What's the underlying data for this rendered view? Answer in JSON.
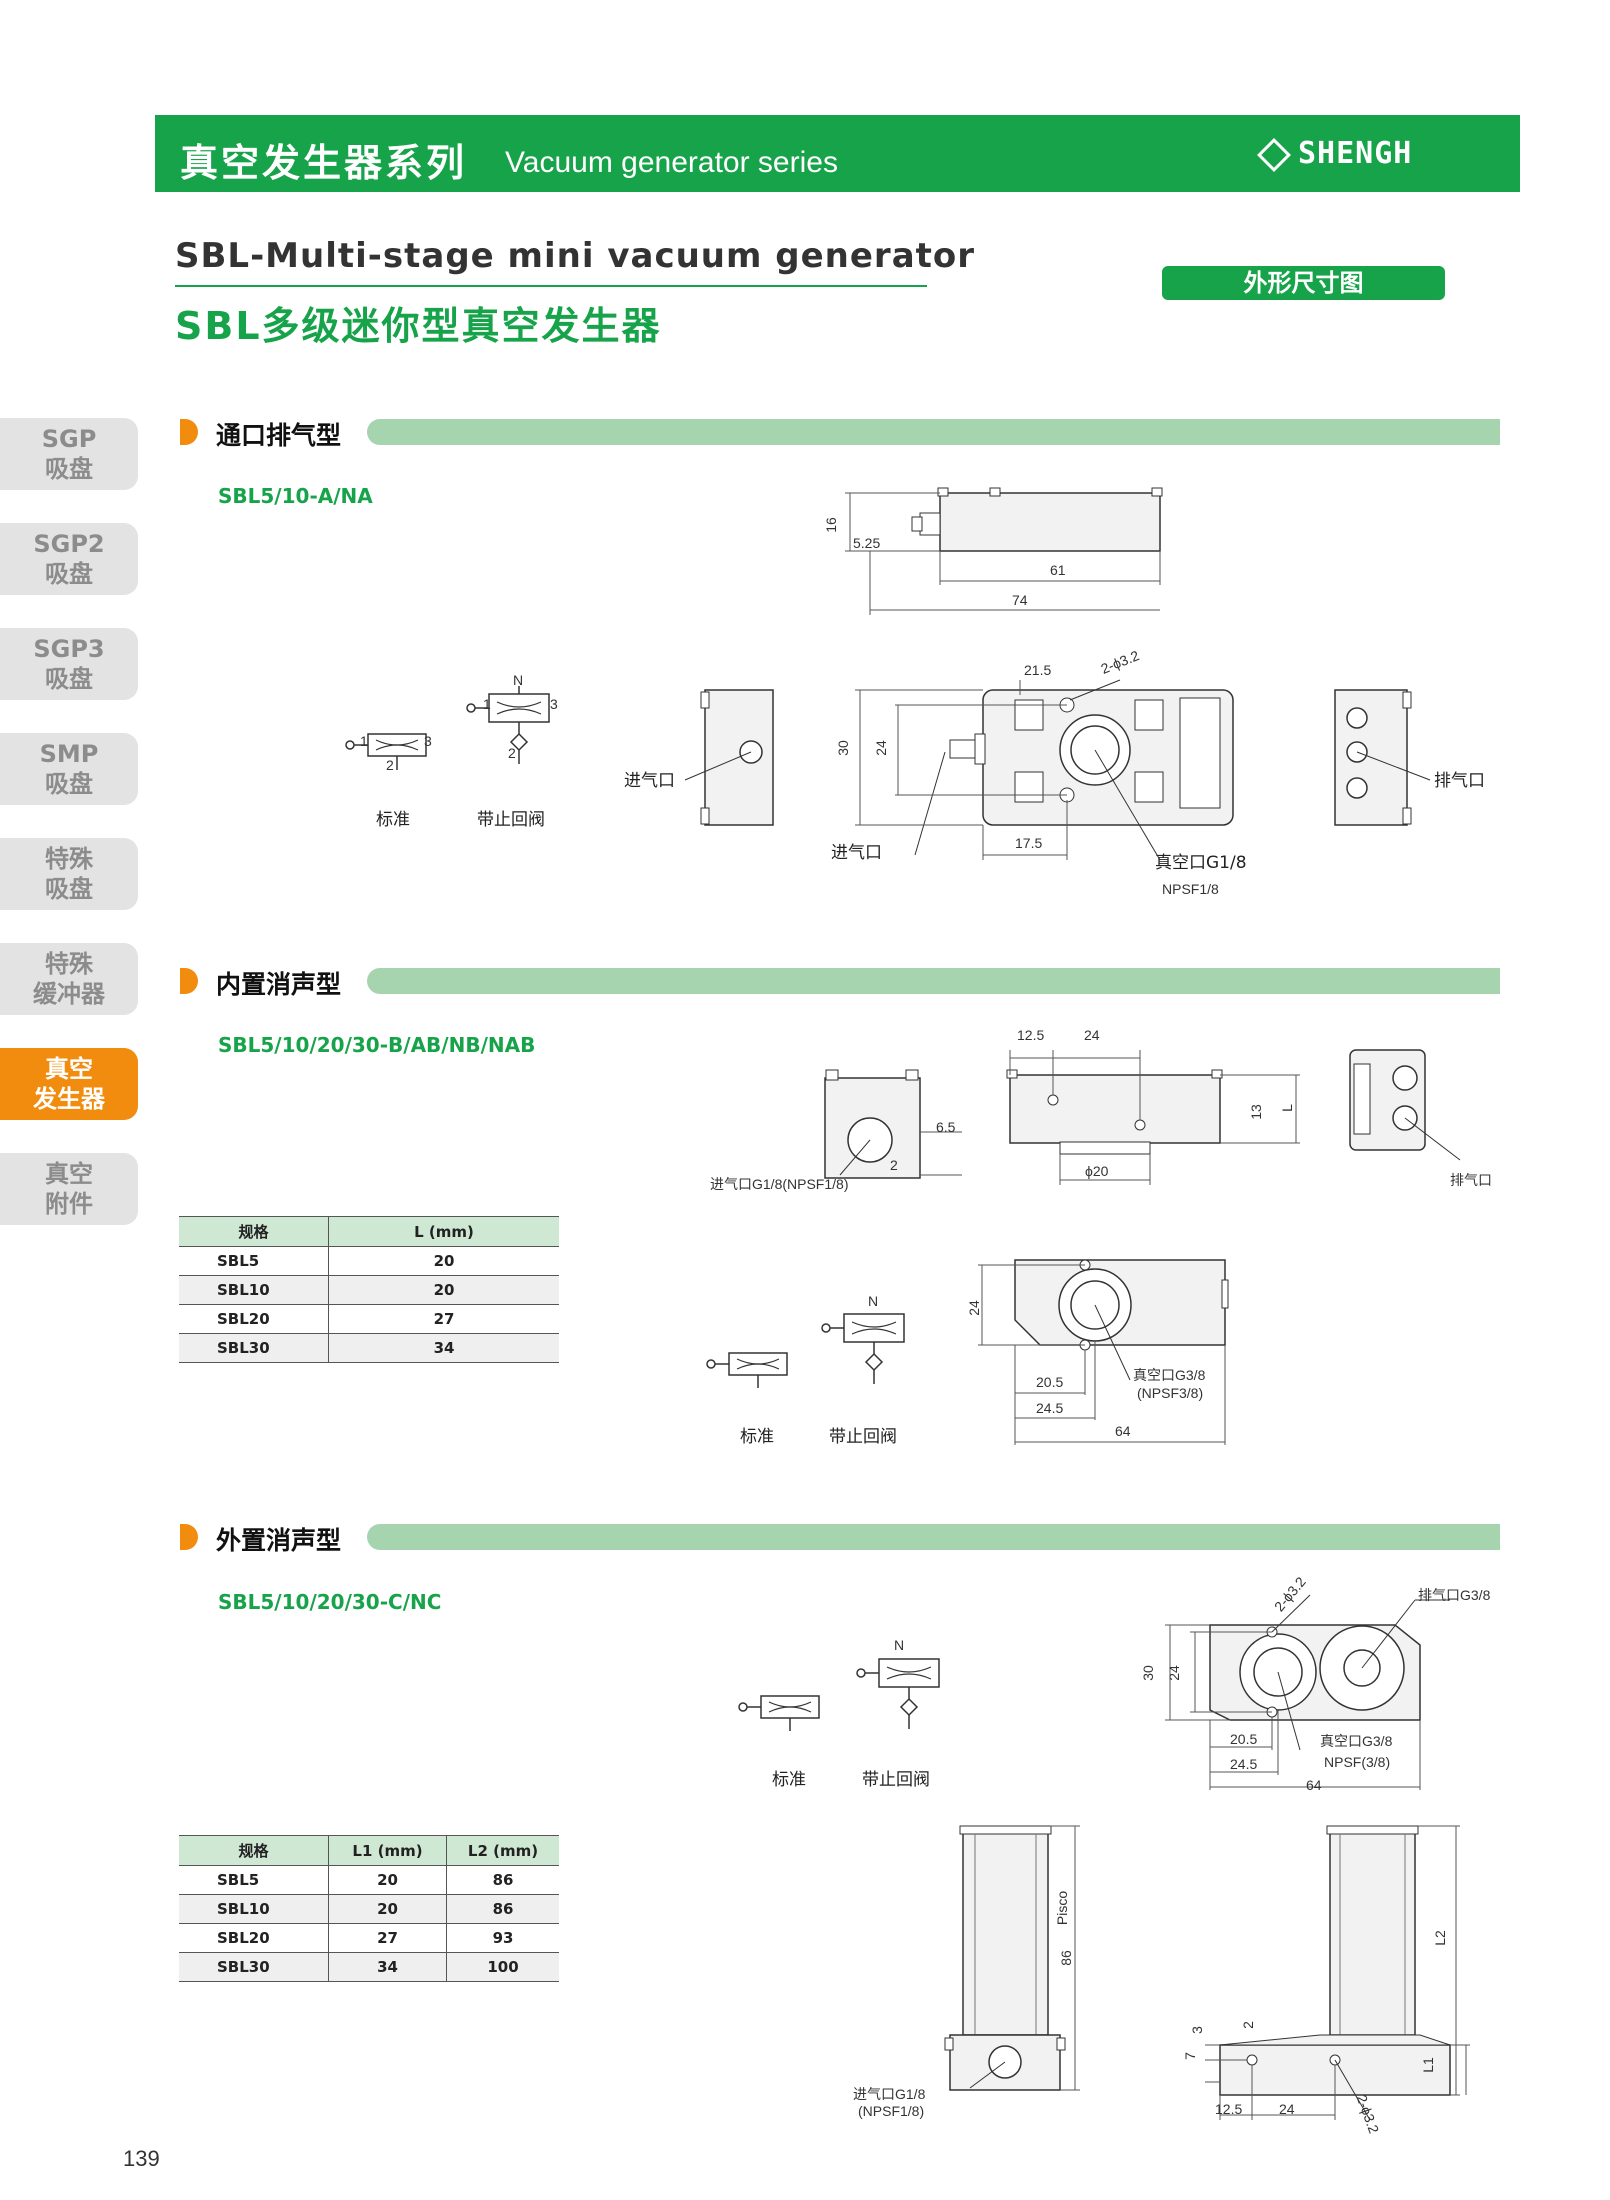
{
  "header": {
    "title_cn": "真空发生器系列",
    "title_en": "Vacuum generator series",
    "logo": "SHENGH"
  },
  "product": {
    "title_en": "SBL-Multi-stage mini vacuum generator",
    "title_cn": "SBL多级迷你型真空发生器",
    "badge": "外形尺寸图"
  },
  "sidebar": [
    {
      "line1": "SGP",
      "line2": "吸盘"
    },
    {
      "line1": "SGP2",
      "line2": "吸盘"
    },
    {
      "line1": "SGP3",
      "line2": "吸盘"
    },
    {
      "line1": "SMP",
      "line2": "吸盘"
    },
    {
      "line1": "特殊",
      "line2": "吸盘"
    },
    {
      "line1": "特殊",
      "line2": "缓冲器"
    },
    {
      "line1": "真空",
      "line2": "发生器",
      "active": true
    },
    {
      "line1": "真空",
      "line2": "附件"
    }
  ],
  "symbols": {
    "standard": "标准",
    "check_valve": "带止回阀",
    "n": "N",
    "p1": "1",
    "p2": "2",
    "p3": "3"
  },
  "section1": {
    "title": "通口排气型",
    "model": "SBL5/10-A/NA",
    "dims": {
      "d16": "16",
      "d525": "5.25",
      "d61": "61",
      "d74": "74",
      "d215": "21.5",
      "phi": "2-ϕ3.2",
      "d30": "30",
      "d24": "24",
      "d175": "17.5"
    },
    "labels": {
      "inlet": "进气口",
      "inlet2": "进气口",
      "exhaust": "排气口",
      "vacuum": "真空口G1/8",
      "npsf": "NPSF1/8"
    }
  },
  "section2": {
    "title": "内置消声型",
    "model": "SBL5/10/20/30-B/AB/NB/NAB",
    "table": {
      "headers": [
        "规格",
        "L (mm)"
      ],
      "rows": [
        [
          "SBL5",
          "20"
        ],
        [
          "SBL10",
          "20"
        ],
        [
          "SBL20",
          "27"
        ],
        [
          "SBL30",
          "34"
        ]
      ]
    },
    "dims": {
      "d125": "12.5",
      "d24": "24",
      "d65": "6.5",
      "d2": "2",
      "d13": "13",
      "L": "L",
      "phi20": "ϕ20",
      "d24b": "24",
      "d205": "20.5",
      "d245": "24.5",
      "d64": "64"
    },
    "labels": {
      "inlet": "进气口G1/8(NPSF1/8)",
      "exhaust": "排气口",
      "vacuum": "真空口G3/8",
      "npsf": "(NPSF3/8)"
    }
  },
  "section3": {
    "title": "外置消声型",
    "model": "SBL5/10/20/30-C/NC",
    "table": {
      "headers": [
        "规格",
        "L1 (mm)",
        "L2 (mm)"
      ],
      "rows": [
        [
          "SBL5",
          "20",
          "86"
        ],
        [
          "SBL10",
          "20",
          "86"
        ],
        [
          "SBL20",
          "27",
          "93"
        ],
        [
          "SBL30",
          "34",
          "100"
        ]
      ]
    },
    "dims": {
      "phi": "2-ϕ3.2",
      "d30": "30",
      "d24": "24",
      "d205": "20.5",
      "d245": "24.5",
      "d64": "64",
      "d86": "86",
      "L2": "L2",
      "L1": "L1",
      "d3": "3",
      "d2": "2",
      "d7": "7",
      "d125": "12.5",
      "d24b": "24",
      "phi2": "2-ϕ3.2"
    },
    "labels": {
      "exhaust": "排气口G3/8",
      "vacuum": "真空口G3/8",
      "npsf": "NPSF(3/8)",
      "inlet": "进气口G1/8",
      "inlet_npsf": "(NPSF1/8)",
      "brand": "Pisco"
    }
  },
  "page_number": "139"
}
